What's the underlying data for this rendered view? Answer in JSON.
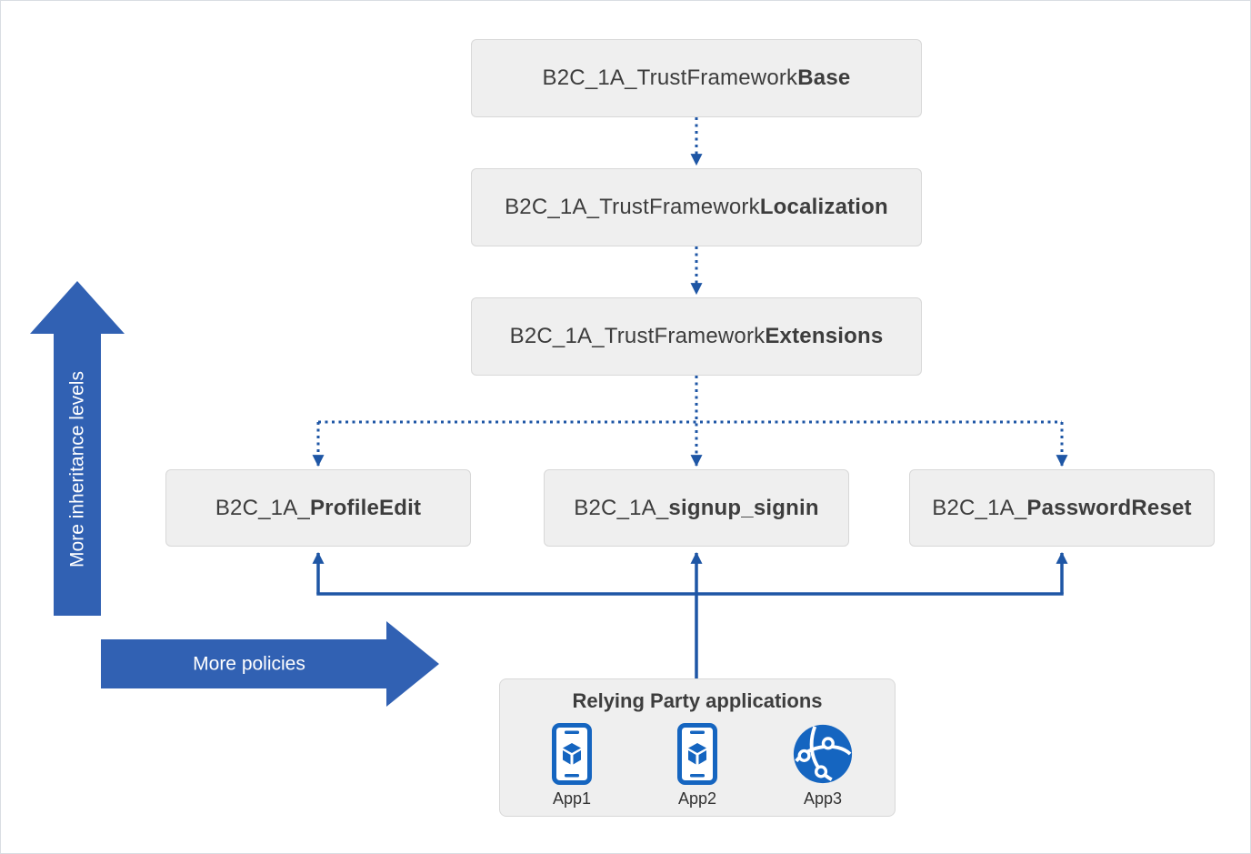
{
  "diagram": {
    "inheritance_chain": [
      {
        "prefix": "B2C_1A_TrustFramework",
        "bold": "Base"
      },
      {
        "prefix": "B2C_1A_TrustFramework",
        "bold": "Localization"
      },
      {
        "prefix": "B2C_1A_TrustFramework",
        "bold": "Extensions"
      }
    ],
    "leaf_policies": [
      {
        "prefix": "B2C_1A_",
        "bold": "ProfileEdit"
      },
      {
        "prefix": "B2C_1A_",
        "bold": "signup_signin"
      },
      {
        "prefix": "B2C_1A_",
        "bold": "PasswordReset"
      }
    ],
    "axis_arrows": {
      "vertical_label": "More inheritance levels",
      "horizontal_label": "More policies"
    },
    "relying_party": {
      "title": "Relying Party applications",
      "apps": [
        {
          "label": "App1",
          "icon": "mobile-app-icon"
        },
        {
          "label": "App2",
          "icon": "mobile-app-icon"
        },
        {
          "label": "App3",
          "icon": "web-globe-icon"
        }
      ]
    },
    "colors": {
      "connector_blue": "#1e56a5",
      "block_arrow_blue": "#3161b3",
      "icon_blue": "#1565c0",
      "box_bg": "#efefef",
      "box_border": "#d8d8d8",
      "text_color": "#3d3d3d"
    }
  }
}
